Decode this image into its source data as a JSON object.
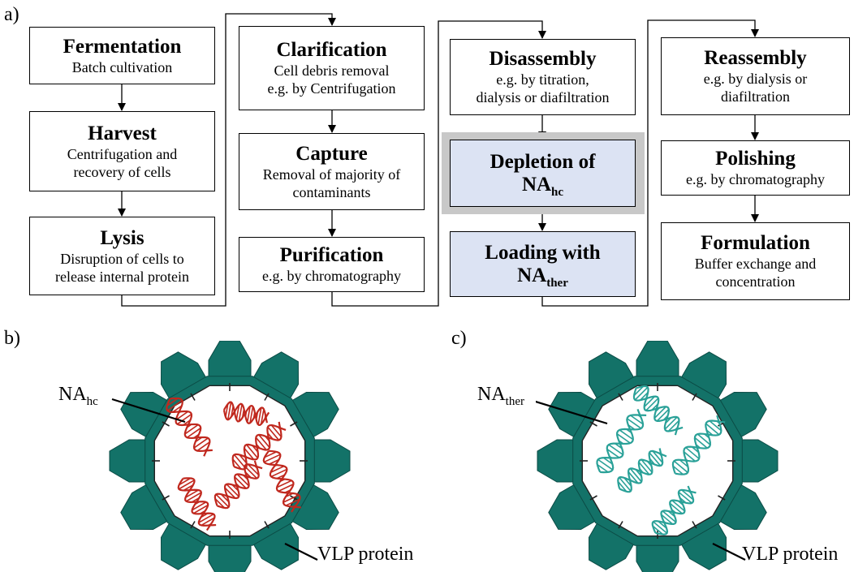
{
  "panel_labels": {
    "a": "a)",
    "b": "b)",
    "c": "c)"
  },
  "flow": {
    "fermentation": {
      "title": "Fermentation",
      "desc": [
        "Batch cultivation"
      ]
    },
    "harvest": {
      "title": "Harvest",
      "desc": [
        "Centrifugation and",
        "recovery of cells"
      ]
    },
    "lysis": {
      "title": "Lysis",
      "desc": [
        "Disruption of cells to",
        "release internal protein"
      ]
    },
    "clarification": {
      "title": "Clarification",
      "desc": [
        "Cell debris removal",
        "e.g. by Centrifugation"
      ]
    },
    "capture": {
      "title": "Capture",
      "desc": [
        "Removal of majority of",
        "contaminants"
      ]
    },
    "purification": {
      "title": "Purification",
      "desc": [
        "e.g. by chromatography"
      ]
    },
    "disassembly": {
      "title": "Disassembly",
      "desc": [
        "e.g. by titration,",
        "dialysis or diafiltration"
      ]
    },
    "depletion": {
      "title_line1": "Depletion of",
      "title_main": "NA",
      "title_sub": "hc"
    },
    "loading": {
      "title_line1": "Loading with",
      "title_main": "NA",
      "title_sub": "ther"
    },
    "reassembly": {
      "title": "Reassembly",
      "desc": [
        "e.g. by dialysis or",
        "diafiltration"
      ]
    },
    "polishing": {
      "title": "Polishing",
      "desc": [
        "e.g. by chromatography"
      ]
    },
    "formulation": {
      "title": "Formulation",
      "desc": [
        "Buffer exchange and",
        "concentration"
      ]
    }
  },
  "panel_b": {
    "na_label_main": "NA",
    "na_label_sub": "hc",
    "vlp_label": "VLP protein",
    "na_color": "#c0281e"
  },
  "panel_c": {
    "na_label_main": "NA",
    "na_label_sub": "ther",
    "vlp_label": "VLP protein",
    "na_color": "#2aa198"
  },
  "colors": {
    "capsid": "#137268",
    "highlight_box": "#dce3f3",
    "highlight_bg": "#c8c8c8"
  }
}
